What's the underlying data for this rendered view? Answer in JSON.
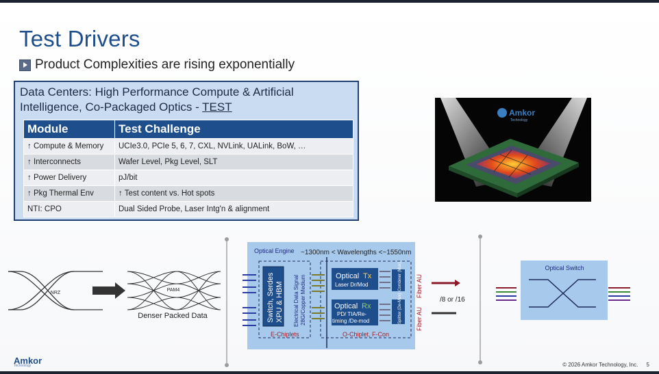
{
  "slide": {
    "title": "Test Drivers",
    "bullet": "Product Complexities are rising exponentially",
    "box_heading_line1": "Data Centers: High Performance Compute & Artificial",
    "box_heading_line2_prefix": "Intelligence, Co-Packaged Optics - ",
    "box_heading_line2_link": "TEST",
    "table": {
      "headers": [
        "Module",
        "Test Challenge"
      ],
      "rows": [
        [
          "↑ Compute & Memory",
          "UCIe3.0, PCIe 5, 6, 7, CXL, NVLink, UALink, BoW, …"
        ],
        [
          "↑ Interconnects",
          "Wafer Level, Pkg Level, SLT"
        ],
        [
          "↑ Power Delivery",
          "pJ/bit"
        ],
        [
          "↑ Pkg Thermal Env",
          "↑ Test content vs. Hot spots"
        ],
        [
          "NTI: CPO",
          "Dual Sided Probe, Laser Intg'n & alignment"
        ]
      ]
    },
    "chip_logo": "Amkor",
    "chip_logo_sub": "Technology",
    "eye": {
      "nrz": "NRZ",
      "pam4": "PAM4",
      "caption": "Denser Packed Data"
    },
    "optical_engine": {
      "title": "Optical Engine",
      "wavelengths": "~1300nm < Wavelengths <~1550nm",
      "switch_line1": "Switch, Serdes",
      "switch_line2": "XPU & HBM",
      "elec_line1": "Electrical Data Signal",
      "elec_line2": "28G/Copper Medium",
      "tx_title": "Optical ",
      "tx_accent": "Tx",
      "tx_sub": "Laser Dr/Mod",
      "rx_title": "Optical ",
      "rx_accent": "Rx",
      "rx_sub1": "PD/ TIA/Re-",
      "rx_sub2": "timing /De-mod",
      "combiner": "Combiner (Mux)",
      "splitter": "Splitter (De-Mux)",
      "fiber_top": "Fiber AU",
      "fiber_bottom": "Fiber AU",
      "e_chiplets": "E-Chiplets",
      "o_chiplet": "O-Chiplet, F-Con",
      "ratio": "/8 or /16"
    },
    "optical_switch": "Optical Switch",
    "footer": "© 2026 Amkor Technology, Inc.",
    "page_number": "5",
    "logo": "Amkor",
    "logo_sub": "Technology"
  }
}
